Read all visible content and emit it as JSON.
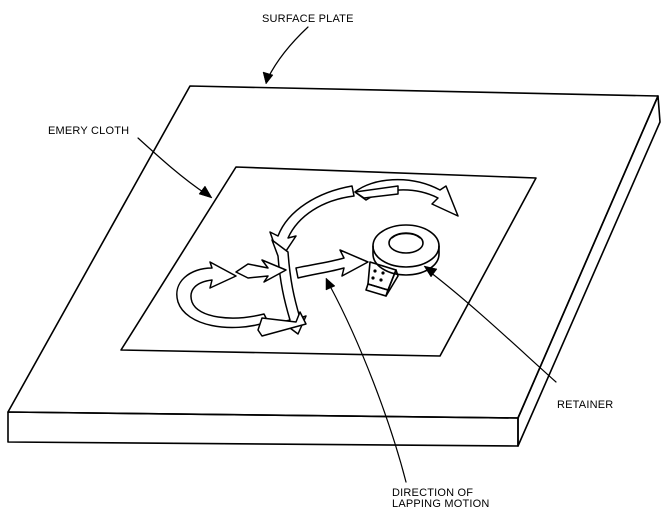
{
  "labels": {
    "surface_plate": "SURFACE PLATE",
    "emery_cloth": "EMERY CLOTH",
    "retainer": "RETAINER",
    "direction_line1": "DIRECTION OF",
    "direction_line2": "LAPPING MOTION"
  },
  "colors": {
    "ink": "#000000",
    "paper": "#ffffff"
  }
}
